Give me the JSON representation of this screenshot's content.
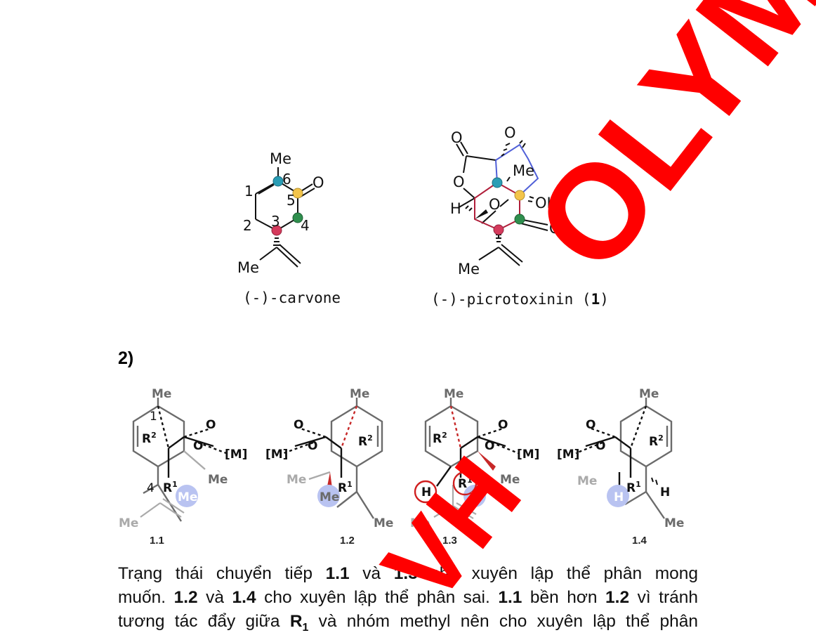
{
  "section_number": "2)",
  "structures": {
    "carvone": {
      "caption": "(-)-carvone",
      "atom_labels": {
        "me": "Me",
        "oxygen": "O",
        "iso_me": "Me",
        "n1": "1",
        "n2": "2",
        "n3": "3",
        "n4": "4",
        "n5": "5",
        "n6": "6"
      }
    },
    "picrotoxinin": {
      "caption_prefix": "(-)-picrotoxinin (",
      "caption_num": "1",
      "caption_suffix": ")",
      "atom_labels": {
        "o_top_left": "O",
        "o_epoxide": "O",
        "o_ring_left": "O",
        "o_ring_center": "O",
        "o_carbonyl_right": "O",
        "h": "H",
        "me": "Me",
        "oh": "OH",
        "iso_me": "Me"
      }
    }
  },
  "transition_states": [
    {
      "id": "1.1",
      "labels": {
        "me_top": "Me",
        "oxygen": "O",
        "metal": "[M]",
        "r1": "R",
        "r1_sup": "1",
        "r2": "R",
        "r2_sup": "2",
        "me_right": "Me",
        "me_circle": "Me",
        "me_bottom": "Me",
        "n1": "1",
        "n4": "4"
      }
    },
    {
      "id": "1.2",
      "labels": {
        "me_top": "Me",
        "oxygen": "O",
        "metal": "[M]",
        "r1": "R",
        "r1_sup": "1",
        "r2": "R",
        "r2_sup": "2",
        "me_left": "Me",
        "me_circle": "Me",
        "me_bottom": "Me"
      }
    },
    {
      "id": "1.3",
      "labels": {
        "me_top": "Me",
        "oxygen": "O",
        "metal": "[M]",
        "r1": "R",
        "r1_sup": "1",
        "r2": "R",
        "r2_sup": "2",
        "me_right": "Me",
        "h_left": "H",
        "h_circle": "H",
        "me_bottom": "Me"
      }
    },
    {
      "id": "1.4",
      "labels": {
        "me_top": "Me",
        "oxygen": "O",
        "metal": "[M]",
        "r1": "R",
        "r1_sup": "1",
        "r2": "R",
        "r2_sup": "2",
        "me_left": "Me",
        "h_circle": "H",
        "h_right": "H",
        "me_bottom": "Me"
      }
    }
  ],
  "paragraph": {
    "l1a": "Trạng thái chuyển tiếp ",
    "l1b": "1.1",
    "l1c": " và ",
    "l1d": "1.3",
    "l1e": " cho xuyên lập thể phân mong",
    "l2a": "muốn. ",
    "l2b": "1.2",
    "l2c": " và ",
    "l2d": "1.4",
    "l2e": " cho xuyên lập thể phân sai. ",
    "l2f": "1.1",
    "l2g": " bền hơn ",
    "l2h": "1.2",
    "l2i": " vì tránh",
    "l3a": "tương tác đẩy giữa ",
    "l3b": "R",
    "l3c": "1",
    "l3d": " và nhóm methyl nên cho xuyên lập thể phân"
  },
  "watermarks": {
    "main": "OLYMPIAD",
    "fragment": "VH"
  },
  "colors": {
    "watermark": "#ff0000",
    "atom_blue": "#2a9db5",
    "atom_yellow": "#f3c44a",
    "atom_green": "#2f8f4e",
    "atom_red": "#d53a5c",
    "highlight_blue": "#b9c3f1",
    "ring_gray": "#6b6b6b",
    "ring_blue": "#5060d8",
    "ring_red": "#b01e3a"
  }
}
